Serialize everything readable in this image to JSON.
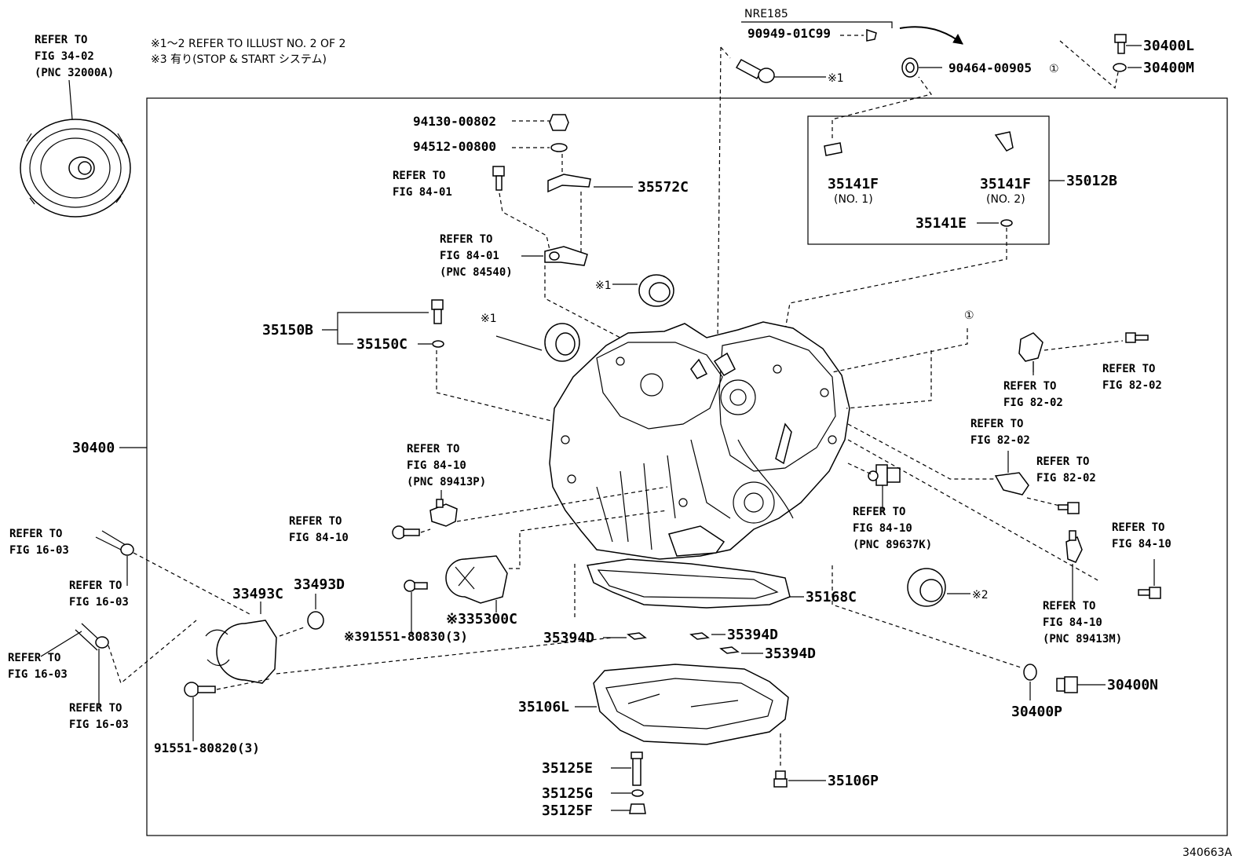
{
  "notes": {
    "line1": "※1～2 REFER TO ILLUST NO. 2 OF 2",
    "line2": "※3 有り(STOP & START システム)"
  },
  "drawing_number": "340663A",
  "group_label": "NRE185",
  "labels": {
    "torque_ref": [
      "REFER TO",
      "FIG 34-02",
      "(PNC 32000A)"
    ],
    "p90949": "90949-01C99",
    "p90464": "90464-00905",
    "circ1_top": "①",
    "circ1_mid": "①",
    "m1_bolt": "※1",
    "p30400L": "30400L",
    "p30400M": "30400M",
    "p94130": "94130-00802",
    "p94512": "94512-00800",
    "p35572C": "35572C",
    "ref_84_01_a": [
      "REFER TO",
      "FIG 84-01"
    ],
    "ref_84_01_b": [
      "REFER TO",
      "FIG 84-01",
      "(PNC 84540)"
    ],
    "p35141F_1": "35141F",
    "p35141F_1_sub": "(NO. 1)",
    "p35141F_2": "35141F",
    "p35141F_2_sub": "(NO. 2)",
    "p35012B": "35012B",
    "p35141E": "35141E",
    "m1_seal_a": "※1",
    "m1_seal_b": "※1",
    "p35150B": "35150B",
    "p35150C": "35150C",
    "ref_82_02_a": [
      "REFER TO",
      "FIG 82-02"
    ],
    "ref_82_02_b": [
      "REFER TO",
      "FIG 82-02"
    ],
    "ref_82_02_c": [
      "REFER TO",
      "FIG 82-02"
    ],
    "ref_82_02_d": [
      "REFER TO",
      "FIG 82-02"
    ],
    "p30400": "30400",
    "ref_84_10_a": [
      "REFER TO",
      "FIG 84-10",
      "(PNC 89413P)"
    ],
    "ref_84_10_b": [
      "REFER TO",
      "FIG 84-10"
    ],
    "ref_84_10_c": [
      "REFER TO",
      "FIG 84-10",
      "(PNC 89637K)"
    ],
    "ref_84_10_d": [
      "REFER TO",
      "FIG 84-10"
    ],
    "ref_84_10_e": [
      "REFER TO",
      "FIG 84-10",
      "(PNC 89413M)"
    ],
    "ref_16_03_a": [
      "REFER TO",
      "FIG 16-03"
    ],
    "ref_16_03_b": [
      "REFER TO",
      "FIG 16-03"
    ],
    "ref_16_03_c": [
      "REFER TO",
      "FIG 16-03"
    ],
    "ref_16_03_d": [
      "REFER TO",
      "FIG 16-03"
    ],
    "p33493C": "33493C",
    "p33493D": "33493D",
    "p35300C": "※335300C",
    "p391551": "※391551-80830(3)",
    "m2": "※2",
    "p35168C": "35168C",
    "p35394D_a": "35394D",
    "p35394D_b": "35394D",
    "p35394D_c": "35394D",
    "p35106L": "35106L",
    "p91551": "91551-80820(3)",
    "p35125E": "35125E",
    "p35125G": "35125G",
    "p35125F": "35125F",
    "p35106P": "35106P",
    "p30400N": "30400N",
    "p30400P": "30400P"
  }
}
